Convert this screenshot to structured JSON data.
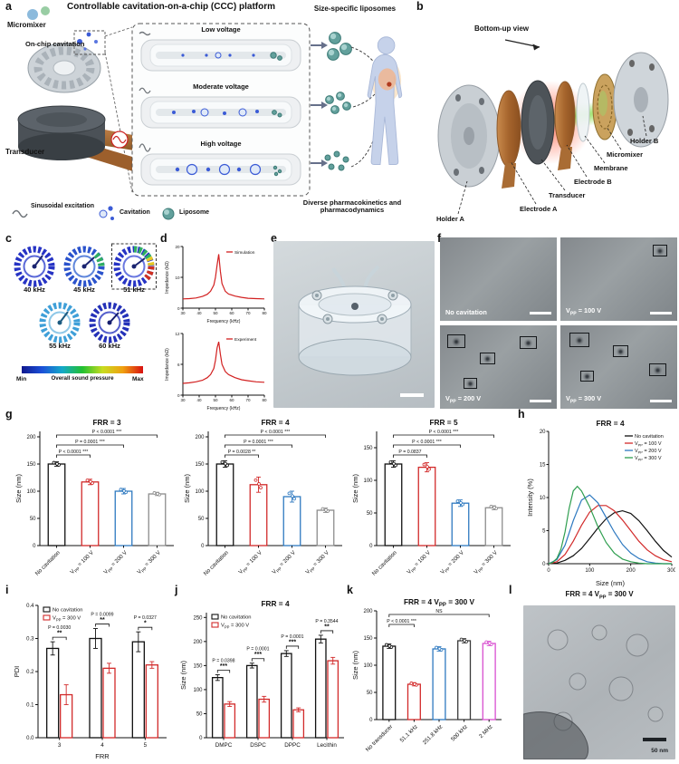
{
  "letters": {
    "a": "a",
    "b": "b",
    "c": "c",
    "d": "d",
    "e": "e",
    "f": "f",
    "g": "g",
    "h": "h",
    "i": "i",
    "j": "j",
    "k": "k",
    "l": "l"
  },
  "panel_a": {
    "title": "Controllable cavitation-on-a-chip (CCC) platform",
    "micromixer": "Micromixer",
    "on_chip_cavitation": "On-chip cavitation",
    "transducer": "Transducer",
    "sinusoidal_excitation": "Sinusoidal excitation",
    "cavitation": "Cavitation",
    "liposome": "Liposome",
    "voltages": [
      "Low voltage",
      "Moderate voltage",
      "High voltage"
    ],
    "size_specific": "Size-specific liposomes",
    "diverse": "Diverse pharmacokinetics and pharmacodynamics"
  },
  "panel_b": {
    "bottom_up": "Bottom-up view",
    "holder_b": "Holder B",
    "micromixer": "Micromixer",
    "membrane": "Membrane",
    "electrode_b": "Electrode B",
    "transducer": "Transducer",
    "electrode_a": "Electrode A",
    "holder_a": "Holder A"
  },
  "panel_c": {
    "freqs": [
      "40 kHz",
      "45 kHz",
      "51 kHz",
      "55 kHz",
      "60 kHz"
    ],
    "min": "Min",
    "max": "Max",
    "colorbar_label": "Overall sound pressure"
  },
  "panel_f": {
    "tiles": [
      "No cavitation",
      "V_{PP} = 100 V",
      "V_{PP} = 200 V",
      "V_{PP} = 300 V"
    ]
  },
  "panel_l": {
    "title": "FRR = 4  V_{PP} = 300 V",
    "scalebar": "50 nm"
  },
  "chart_data": [
    {
      "id": "d_sim",
      "type": "line",
      "small": true,
      "xlabel": "Frequency (kHz)",
      "ylabel": "Impedance (kΩ)",
      "xlim": [
        30,
        80
      ],
      "ylim": [
        0,
        20
      ],
      "xticks": [
        30,
        40,
        50,
        60,
        70,
        80
      ],
      "yticks": [
        0,
        10,
        20
      ],
      "series": [
        {
          "name": "Simulation",
          "color": "#d22020",
          "x": [
            30,
            34,
            38,
            42,
            45,
            47,
            49,
            50,
            51,
            52,
            53,
            54,
            56,
            58,
            62,
            66,
            70,
            75,
            80
          ],
          "y": [
            3,
            3.1,
            3.3,
            3.8,
            4.5,
            5.5,
            7.5,
            10,
            14,
            17.5,
            12,
            8,
            5.5,
            4.6,
            3.9,
            3.5,
            3.2,
            3.1,
            3
          ]
        }
      ]
    },
    {
      "id": "d_exp",
      "type": "line",
      "small": true,
      "xlabel": "Frequency (kHz)",
      "ylabel": "Impedance (kΩ)",
      "xlim": [
        30,
        80
      ],
      "ylim": [
        0,
        12
      ],
      "xticks": [
        30,
        40,
        50,
        60,
        70,
        80
      ],
      "yticks": [
        0,
        6,
        12
      ],
      "series": [
        {
          "name": "Experiment",
          "color": "#d22020",
          "x": [
            30,
            34,
            38,
            42,
            45,
            47,
            49,
            50,
            51,
            52,
            53,
            54,
            56,
            58,
            62,
            66,
            70,
            75,
            80
          ],
          "y": [
            2.3,
            2.4,
            2.6,
            2.9,
            3.4,
            4,
            5.2,
            6.8,
            9.2,
            10.4,
            8,
            6,
            4.6,
            4,
            3.4,
            3,
            2.8,
            2.6,
            2.5
          ]
        }
      ]
    },
    {
      "id": "g3",
      "type": "bar",
      "title": "FRR = 3",
      "ylabel": "Size (nm)",
      "ylim": [
        0,
        210
      ],
      "ytick": 50,
      "ytick_max": 200,
      "rotate_x": true,
      "categories": [
        "No cavitation",
        "V_{PP} = 100 V",
        "V_{PP} = 200 V",
        "V_{PP} = 300 V"
      ],
      "values": [
        150,
        117,
        100,
        95
      ],
      "errors": [
        4,
        5,
        5,
        3
      ],
      "colors": [
        "#111111",
        "#d22a2a",
        "#2e79c0",
        "#8c8c8c"
      ],
      "sig": [
        {
          "a": 0,
          "b": 3,
          "label": "P < 0.0001 ***"
        },
        {
          "a": 0,
          "b": 2,
          "label": "P = 0.0001 ***"
        },
        {
          "a": 0,
          "b": 1,
          "label": "P < 0.0001 ***"
        }
      ]
    },
    {
      "id": "g4",
      "type": "bar",
      "title": "FRR = 4",
      "ylabel": "Size (nm)",
      "ylim": [
        0,
        210
      ],
      "ytick": 50,
      "ytick_max": 200,
      "rotate_x": true,
      "categories": [
        "No cavitation",
        "V_{PP} = 100 V",
        "V_{PP} = 200 V",
        "V_{PP} = 300 V"
      ],
      "values": [
        150,
        112,
        90,
        65
      ],
      "errors": [
        6,
        14,
        10,
        4
      ],
      "colors": [
        "#111111",
        "#d22a2a",
        "#2e79c0",
        "#8c8c8c"
      ],
      "sig": [
        {
          "a": 0,
          "b": 3,
          "label": "P < 0.0001 ***"
        },
        {
          "a": 0,
          "b": 2,
          "label": "P = 0.0001 ***"
        },
        {
          "a": 0,
          "b": 1,
          "label": "P = 0.0028 **"
        }
      ]
    },
    {
      "id": "g5",
      "type": "bar",
      "title": "FRR = 5",
      "ylabel": "Size (nm)",
      "ylim": [
        0,
        175
      ],
      "ytick": 50,
      "ytick_max": 150,
      "rotate_x": true,
      "categories": [
        "No cavitation",
        "V_{PP} = 100 V",
        "V_{PP} = 200 V",
        "V_{PP} = 300 V"
      ],
      "values": [
        125,
        120,
        65,
        58
      ],
      "errors": [
        5,
        7,
        5,
        3
      ],
      "colors": [
        "#111111",
        "#d22a2a",
        "#2e79c0",
        "#8c8c8c"
      ],
      "sig": [
        {
          "a": 0,
          "b": 3,
          "label": "P < 0.0001 ***"
        },
        {
          "a": 0,
          "b": 2,
          "label": "P < 0.0001 ***"
        },
        {
          "a": 0,
          "b": 1,
          "label": "P = 0.0837"
        }
      ]
    },
    {
      "id": "h",
      "type": "line",
      "title": "FRR = 4",
      "xlabel": "Size (nm)",
      "ylabel": "Intensity (%)",
      "xlim": [
        0,
        300
      ],
      "ylim": [
        0,
        20
      ],
      "xticks": [
        0,
        100,
        200,
        300
      ],
      "yticks": [
        0,
        5,
        10,
        15,
        20
      ],
      "series": [
        {
          "name": "No cavitation",
          "color": "#111111",
          "x": [
            0,
            20,
            40,
            60,
            80,
            100,
            120,
            140,
            160,
            180,
            200,
            220,
            240,
            260,
            280,
            300
          ],
          "y": [
            0,
            0.1,
            0.5,
            1.2,
            2.3,
            3.8,
            5.4,
            6.8,
            7.7,
            8,
            7.6,
            6.5,
            5,
            3.4,
            2,
            1
          ]
        },
        {
          "name": "V_{PP} = 100 V",
          "color": "#d22a2a",
          "x": [
            0,
            20,
            40,
            60,
            80,
            100,
            120,
            140,
            160,
            180,
            200,
            220,
            240,
            260,
            280,
            300
          ],
          "y": [
            0,
            0.3,
            1.4,
            3.4,
            5.8,
            7.8,
            8.8,
            8.8,
            8,
            6.6,
            5,
            3.4,
            2.1,
            1.2,
            0.6,
            0.3
          ]
        },
        {
          "name": "V_{PP} = 200 V",
          "color": "#2e79c0",
          "x": [
            0,
            20,
            40,
            60,
            80,
            100,
            120,
            140,
            160,
            180,
            200,
            220,
            240,
            260,
            280,
            300
          ],
          "y": [
            0,
            0.6,
            2.8,
            6.5,
            9.6,
            10.4,
            9.2,
            7,
            4.8,
            2.9,
            1.6,
            0.8,
            0.3,
            0.1,
            0,
            0
          ]
        },
        {
          "name": "V_{PP} = 300 V",
          "color": "#2e9e4f",
          "x": [
            0,
            10,
            20,
            30,
            40,
            50,
            60,
            70,
            80,
            100,
            120,
            140,
            160,
            180,
            200,
            220,
            240,
            300
          ],
          "y": [
            0,
            0.2,
            0.8,
            2.2,
            4.8,
            8.4,
            11,
            11.7,
            11,
            8.6,
            5.6,
            3.2,
            1.6,
            0.7,
            0.3,
            0.1,
            0,
            0
          ]
        }
      ]
    },
    {
      "id": "i",
      "type": "groupbar",
      "mt": 12,
      "ylabel": "PDI",
      "xlabel": "FRR",
      "ylim": [
        0,
        0.4
      ],
      "ytick": 0.1,
      "ydp": 1,
      "categories": [
        "3",
        "4",
        "5"
      ],
      "series": [
        {
          "name": "No cavitation",
          "color": "#111111",
          "values": [
            0.27,
            0.3,
            0.29
          ],
          "errors": [
            0.02,
            0.03,
            0.03
          ]
        },
        {
          "name": "V_{PP} = 300 V",
          "color": "#d22a2a",
          "values": [
            0.13,
            0.21,
            0.22
          ],
          "errors": [
            0.03,
            0.015,
            0.01
          ]
        }
      ],
      "sig": [
        {
          "cat": 0,
          "label": "P = 0.0030",
          "stars": "**"
        },
        {
          "cat": 1,
          "label": "P = 0.0099",
          "stars": "**"
        },
        {
          "cat": 2,
          "label": "P = 0.0327",
          "stars": "*"
        }
      ]
    },
    {
      "id": "j",
      "type": "groupbar",
      "mt": 20,
      "ml": 32,
      "mr": 4,
      "title": "FRR = 4",
      "ylabel": "Size (nm)",
      "ylim": [
        0,
        260
      ],
      "ytick": 50,
      "ytick_max": 250,
      "categories": [
        "DMPC",
        "DSPC",
        "DPPC",
        "Lecithin"
      ],
      "series": [
        {
          "name": "No cavitation",
          "color": "#111111",
          "values": [
            125,
            150,
            175,
            205
          ],
          "errors": [
            6,
            5,
            6,
            8
          ]
        },
        {
          "name": "V_{PP} = 300 V",
          "color": "#d22a2a",
          "values": [
            70,
            80,
            58,
            160
          ],
          "errors": [
            5,
            6,
            4,
            7
          ]
        }
      ],
      "sig": [
        {
          "cat": 0,
          "label": "P = 0.0398",
          "stars": "***"
        },
        {
          "cat": 1,
          "label": "P = 0.0001",
          "stars": "***"
        },
        {
          "cat": 2,
          "label": "P = 0.0001",
          "stars": "***"
        },
        {
          "cat": 3,
          "label": "P = 0.3544",
          "stars": "**"
        }
      ]
    },
    {
      "id": "k",
      "type": "bar",
      "title": "FRR = 4  V_{PP} = 300 V",
      "ylabel": "Size (nm)",
      "ylim": [
        0,
        200
      ],
      "ytick": 50,
      "rotate_x": true,
      "categories": [
        "No transducer",
        "51.1 kHz",
        "251.8 kHz",
        "500 kHz",
        "2 MHz"
      ],
      "values": [
        135,
        65,
        130,
        145,
        140
      ],
      "errors": [
        4,
        3,
        4,
        4,
        4
      ],
      "colors": [
        "#111111",
        "#d22a2a",
        "#2e79c0",
        "#3a3a3a",
        "#d84fd0"
      ],
      "sig": [
        {
          "a": 0,
          "b": 4,
          "label": "NS"
        },
        {
          "a": 0,
          "b": 1,
          "label": "P < 0.0001 ***"
        }
      ]
    }
  ]
}
